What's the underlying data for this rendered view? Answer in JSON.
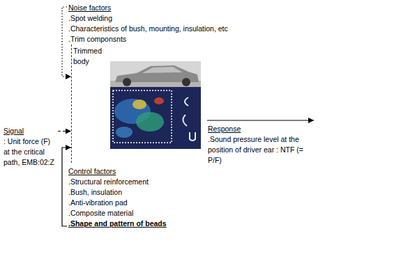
{
  "diagram": {
    "nodes": [
      {
        "text": [
          "Noise factors",
          ".Spot welding",
          ".Characteristics of bush, mounting, insulation, etc",
          ".Trim componsnts"
        ]
      },
      {
        "text": [
          "Signal",
          ": Unit force (F) at the critical path, EMB:02:Z"
        ]
      },
      {
        "text": [
          "Trimmed body"
        ]
      },
      {
        "text": [
          "Response",
          ".Sound pressure level at the position of driver ear : NTF (= P/F)"
        ]
      },
      {
        "text": [
          "Control factors",
          ".Structural reinforcement",
          ".Bush, insulation",
          ".Anti-vibration pad",
          ".Composite material",
          ".Shape and pattern of beads"
        ]
      }
    ],
    "edges": [
      {
        "from": 0,
        "to": 2,
        "arrow": "to"
      },
      {
        "from": 1,
        "to": 2,
        "arrow": "to"
      },
      {
        "from": 2,
        "to": 3,
        "arrow": "to"
      },
      {
        "from": 4,
        "to": 2,
        "arrow": "to"
      }
    ]
  }
}
